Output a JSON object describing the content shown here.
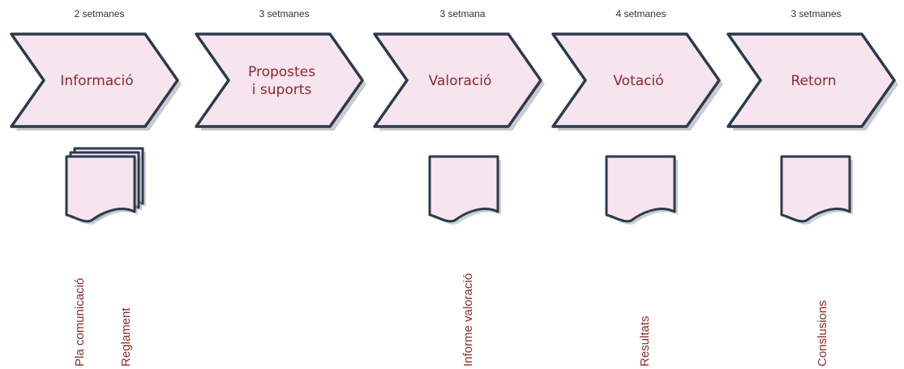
{
  "stages": [
    {
      "duration": "2 setmanes",
      "lines": [
        "Informació"
      ]
    },
    {
      "duration": "3 setmanes",
      "lines": [
        "Propostes",
        "i suports"
      ]
    },
    {
      "duration": "3 setmana",
      "lines": [
        "Valoració"
      ]
    },
    {
      "duration": "4 setmanes",
      "lines": [
        "Votació"
      ]
    },
    {
      "duration": "3 setmanes",
      "lines": [
        "Retorn"
      ]
    }
  ],
  "documents": [
    {
      "stage": 0,
      "stacked": true,
      "labels": [
        "Pla comunicació",
        "Reglament"
      ]
    },
    {
      "stage": 2,
      "stacked": false,
      "labels": [
        "Informe valoració"
      ]
    },
    {
      "stage": 3,
      "stacked": false,
      "labels": [
        "Resultats"
      ]
    },
    {
      "stage": 4,
      "stacked": false,
      "labels": [
        "Conslusions"
      ]
    }
  ],
  "colors": {
    "fill": "#f6e4ef",
    "stroke": "#2d3a4d",
    "label": "#8b2a2a",
    "duration": "#333333"
  }
}
